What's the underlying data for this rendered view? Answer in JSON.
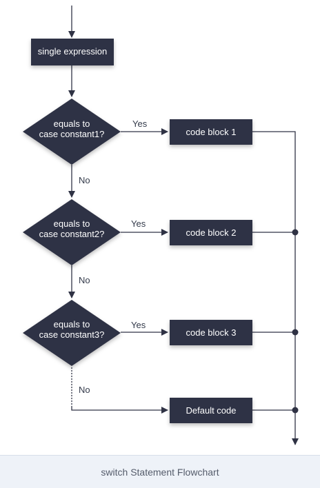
{
  "flowchart": {
    "start_box": "single expression",
    "decisions": [
      {
        "line1": "equals to",
        "line2": "case  constant1?"
      },
      {
        "line1": "equals to",
        "line2": "case  constant2?"
      },
      {
        "line1": "equals to",
        "line2": "case  constant3?"
      }
    ],
    "code_blocks": [
      "code block 1",
      "code block 2",
      "code block 3"
    ],
    "default_box": "Default code",
    "yes_label": "Yes",
    "no_label": "No"
  },
  "caption": "switch Statement Flowchart",
  "colors": {
    "node_fill": "#2f3244",
    "line": "#2f3244",
    "caption_bg": "#eef2f8"
  }
}
